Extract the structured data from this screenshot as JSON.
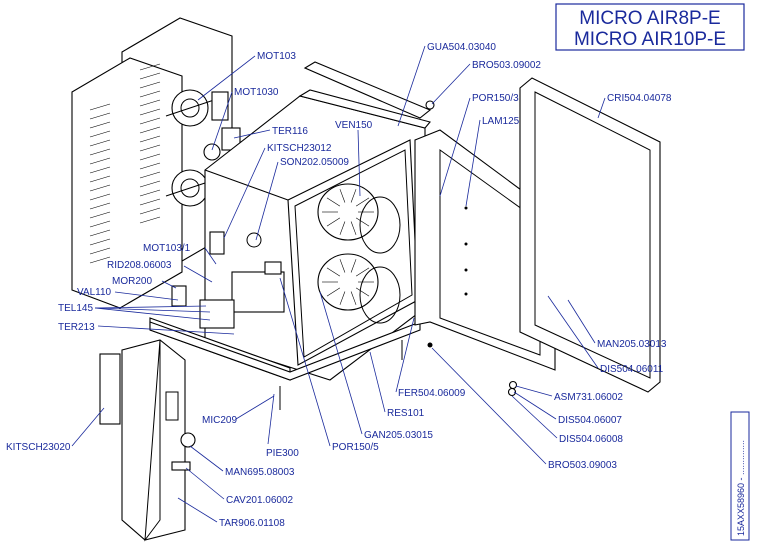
{
  "title": {
    "line1": "MICRO AIR8P-E",
    "line2": "MICRO AIR10P-E"
  },
  "reference_code": "15AXX58960 - ..............",
  "colors": {
    "label": "#1a2a9c",
    "drawing": "#000000"
  },
  "labels": [
    {
      "id": "gua504",
      "text": "GUA504.03040"
    },
    {
      "id": "bro503a",
      "text": "BRO503.09002"
    },
    {
      "id": "por150_3",
      "text": "POR150/3"
    },
    {
      "id": "cri504",
      "text": "CRI504.04078"
    },
    {
      "id": "lam125",
      "text": "LAM125"
    },
    {
      "id": "mot103",
      "text": "MOT103"
    },
    {
      "id": "mot1030",
      "text": "MOT1030"
    },
    {
      "id": "ter116",
      "text": "TER116"
    },
    {
      "id": "kitsch23012",
      "text": "KITSCH23012"
    },
    {
      "id": "son202",
      "text": "SON202.05009"
    },
    {
      "id": "ven150",
      "text": "VEN150"
    },
    {
      "id": "mot103_1",
      "text": "MOT103/1"
    },
    {
      "id": "rid208",
      "text": "RID208.06003"
    },
    {
      "id": "mor200",
      "text": "MOR200"
    },
    {
      "id": "val110",
      "text": "VAL110"
    },
    {
      "id": "tel145",
      "text": "TEL145"
    },
    {
      "id": "ter213",
      "text": "TER213"
    },
    {
      "id": "man205",
      "text": "MAN205.03013"
    },
    {
      "id": "dis504_11",
      "text": "DIS504.06011"
    },
    {
      "id": "fer504",
      "text": "FER504.06009"
    },
    {
      "id": "asm731",
      "text": "ASM731.06002"
    },
    {
      "id": "res101",
      "text": "RES101"
    },
    {
      "id": "dis504_07",
      "text": "DIS504.06007"
    },
    {
      "id": "gan205",
      "text": "GAN205.03015"
    },
    {
      "id": "dis504_08",
      "text": "DIS504.06008"
    },
    {
      "id": "mic209",
      "text": "MIC209"
    },
    {
      "id": "por150_5",
      "text": "POR150/5"
    },
    {
      "id": "pie300",
      "text": "PIE300"
    },
    {
      "id": "bro503b",
      "text": "BRO503.09003"
    },
    {
      "id": "kitsch23020",
      "text": "KITSCH23020"
    },
    {
      "id": "man695",
      "text": "MAN695.08003"
    },
    {
      "id": "cav201",
      "text": "CAV201.06002"
    },
    {
      "id": "tar906",
      "text": "TAR906.01108"
    }
  ]
}
